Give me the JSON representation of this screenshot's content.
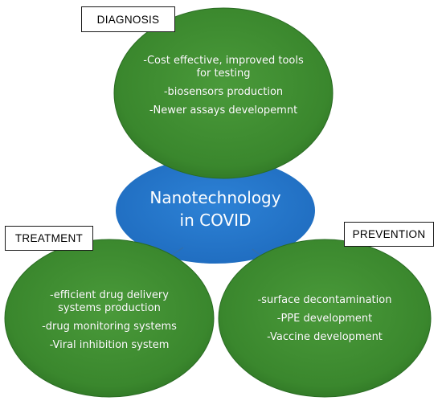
{
  "colors": {
    "green_fill": "#3d8b30",
    "green_edge": "#2a6c23",
    "blue_fill": "#2274c8",
    "connector": "#2f6fae"
  },
  "center": {
    "line1": "Nanotechnology",
    "line2": "in COVID"
  },
  "diagnosis": {
    "label": "DIAGNOSIS",
    "items": [
      "-Cost effective, improved tools",
      "for testing",
      "-biosensors production",
      "-Newer assays developemnt"
    ]
  },
  "treatment": {
    "label": "TREATMENT",
    "items": [
      "-efficient drug delivery",
      "systems production",
      "-drug monitoring systems",
      "-Viral inhibition system"
    ]
  },
  "prevention": {
    "label": "PREVENTION",
    "items": [
      "-surface decontamination",
      "-PPE development",
      "-Vaccine development"
    ]
  }
}
